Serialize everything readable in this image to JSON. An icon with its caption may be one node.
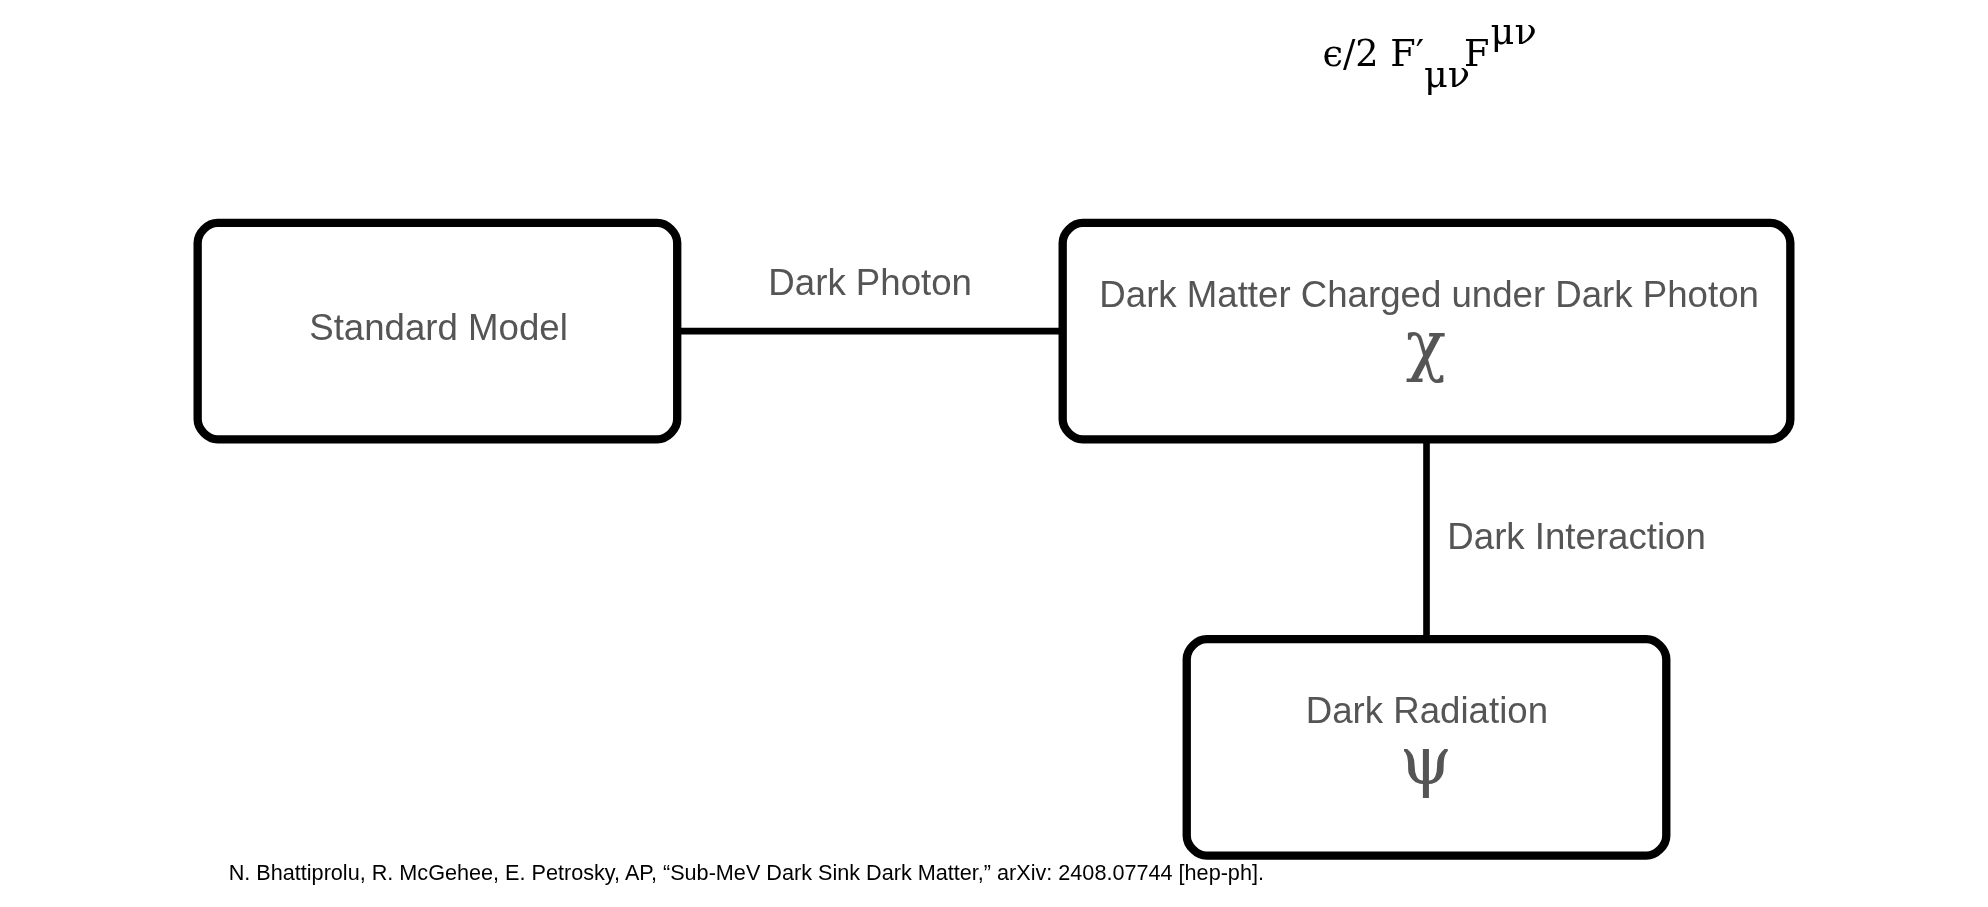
{
  "diagram": {
    "caption": "N. Bhattiprolu, R. McGehee, E. Petrosky, AP, “Sub-MeV Dark Sink Dark Matter,” arXiv: 2408.07744 [hep-ph].",
    "nodes": [
      {
        "text": [
          "Standard Model"
        ]
      },
      {
        "text": [
          "Dark Matter Charged under Dark Photon",
          "χ"
        ]
      },
      {
        "text": [
          "Dark Radiation",
          "ψ"
        ]
      }
    ],
    "edges": [
      {
        "from": 0,
        "to": 1,
        "arrow": "none",
        "label": "Dark Photon"
      },
      {
        "from": 1,
        "to": 2,
        "arrow": "none",
        "label": "Dark Interaction"
      }
    ],
    "labels": [
      "ϵ/2 F′$_{μν}$F$^{μν}$"
    ]
  }
}
